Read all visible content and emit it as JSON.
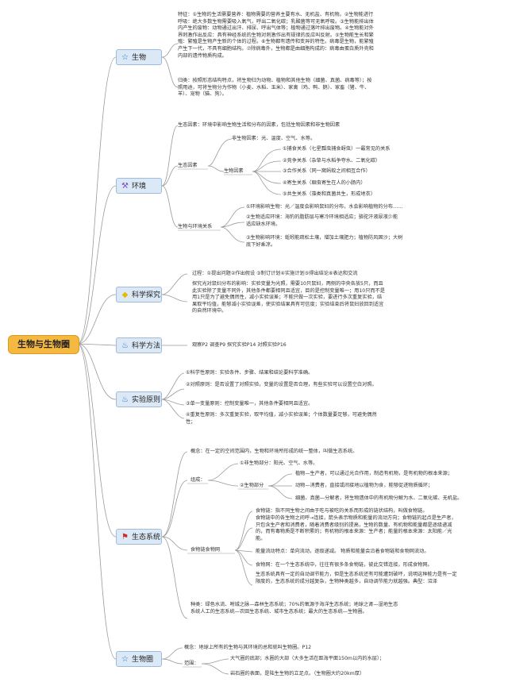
{
  "root": {
    "label": "生物与生物圈"
  },
  "topics": {
    "shengwu": {
      "label": "生物",
      "icon": "star-icon",
      "feature": "特征：①生物的生活需要营养：植物需要的营养主要有水、无机盐、有机物。②生物能进行呼吸：绝大多数生物需要吸入氧气，呼出二氧化碳；乳酸菌等可无氧呼吸。③生物能排出体内产生的废物：动物通过出汗、排尿、呼出气体等；植物通过落叶排出废物。④生物能对外界刺激作出反应：具有神经系统的生物对刺激作出有规律的反应叫反射。⑤生物能生长和繁殖：繁殖是生物产生新的个体的过程。⑥生物都有遗传和变异的特性。病毒是生物，能繁殖产生下一代，不具有细胞结构。⑦除病毒外，生物都是由细胞构成的：病毒由蛋白质外壳和内部的遗传物质构成。",
      "classify": "归类：按照形态结构特点，将生物归为动物、植物和其他生物（细菌、真菌、病毒等）；按照用途，可将生物分为作物（小麦、水稻、玉米）、家禽（鸡、鸭、鹅）、家畜（猪、牛、羊）、宠物（猫、狗）。"
    },
    "huanjing": {
      "label": "环境",
      "icon": "wrench-icon",
      "factors": "生态因素：环境中影响生物生活和分布的因素，包括生物因素和非生物因素",
      "factors_label": "生态因素",
      "abiotic": "非生物因素：光、温度、空气、水等。",
      "biotic_label": "生物因素",
      "biotic": [
        "①捕食关系（七星瓢虫捕食蚜虫）一最常见的关系",
        "②竞争关系（杂草与水稻争夺水、二氧化碳）",
        "③合作关系（同一窝蚂蚁之间相互合作）",
        "④寄生关系（蛔虫寄生在人的小肠内）",
        "⑤共生关系（藻类和真菌共生，形成地衣）"
      ],
      "relation_label": "生物与环境关系",
      "relation": [
        "①环境影响生物：光／温度会影响鼠妇的分布，水会影响植物的分布……",
        "②生物适应环境：海豹的脂肪层与寒冷环境相适应；骆驼汗液尿液少能适应缺水环境。",
        "③生物影响环境：蚯蚓能疏松土壤，增加土壤肥力；植物防风固沙；大树底下好乘凉。"
      ]
    },
    "kexue_tanjiu": {
      "label": "科学探究",
      "icon": "gem-icon",
      "process": "过程：①提出问题②作出假设 ③制订计划④实施计划⑤得出结论⑥表达和交流",
      "example": "探究光对鼠妇分布的影响：实验变量为光照，需要10只鼠妇，两侧的中央各放5只，而且此实验除了变量不同外，其他条件都要相同且适宜，目的是控制变量唯一；用10只而不是用1只是为了避免偶然性，减小实验误差；不能只做一次实验，要进行多次重复实验，结果取平均值，能够减小实验误差，使实验结果具有可信度；实验结束后将鼠妇放回到适宜的自然环境中。"
    },
    "kexue_fangfa": {
      "label": "科学方法",
      "icon": "flame-icon",
      "content": "观察P2 调查P9 探究实验P14 对照实验P16"
    },
    "shiyan_yuanze": {
      "label": "实验原则",
      "icon": "flame-icon",
      "items": [
        "①科学性原则：实验条件、步骤、结果和结论要科学准确。",
        "②对照原则：是否设置了对照实验，变量的设置是否合理，有些实验可以设置空白对照。",
        "③单一变量原则：控制变量唯一，其他条件要相同且适宜。",
        "④重复性原则：多次重复实验，取平均值，减小实验误差；个体数量要足够，可避免偶然性；"
      ]
    },
    "shengtai": {
      "label": "生态系统",
      "icon": "flag-icon",
      "concept": "概念：在一定的空间范围内，生物和环境所形成的统一整体，叫做生态系统。",
      "composition_label": "组成：",
      "abiotic": "①非生物部分：阳光、空气、水等。",
      "biotic_label": "②生物部分",
      "biotic": [
        "植物—生产者，可以通过光合作用，制造有机物，是有机物的根本来源；",
        "动物—消费者，直接或间接地以植物为食，能够促进物质循环；",
        "细菌、真菌—分解者，将生物遗体中的有机物分解为水、二氧化碳、无机盐。"
      ],
      "web_label": "食物链食物网",
      "web": [
        "食物链：指不同生物之间由于吃与被吃的关系而形成的链状结构，叫做食物链。",
        "食物链中的各生物之间呼→连接，箭头表示物质和能量的流动方向；食物链的起点是生产者，只包含生产者和消费者，随着消费者级别的提高，生物的数量、有机物和能量都是逐级递减的，而有毒物质是不断积累的；有机物的根本来源：生产者；能量的根本来源：太阳能／光能。",
        "能量流动特点：单向流动，逐级递减。 物质和能量会沿着食物链和食物网流动。",
        "食物网：在一个生态系统中，往往有很多条食物链，彼此交错连接，形成食物网。",
        "生态系统具有一定的自动调节能力，但是生态系统还有可能遭到破坏，说明这种能力是有一定限度的，生态系统的成分越复杂，生物种类越多，自动调节能力就越强。典型：沼泽"
      ],
      "types": "种类：绿色水流、咐城之脉—森林生态系统；70%的氧源于海洋生态系统；地球之肾—湿地生态系统人工的生态系统—农田生态系统、城市生态系统；最大的生态系统—生物圈。"
    },
    "shengwuquan": {
      "label": "生物圈",
      "icon": "star-icon",
      "concept": "概念：地球上所有的生物与其环境的总和就叫生物圈。P12",
      "range_label": "范围：",
      "range": [
        "大气圈的底部；水圈的大部（大多生活在距海平面150m以内的水层）；",
        "岩石圈的表面，是陆生生物的立足点。（生物圈大约20km厚）"
      ]
    }
  }
}
